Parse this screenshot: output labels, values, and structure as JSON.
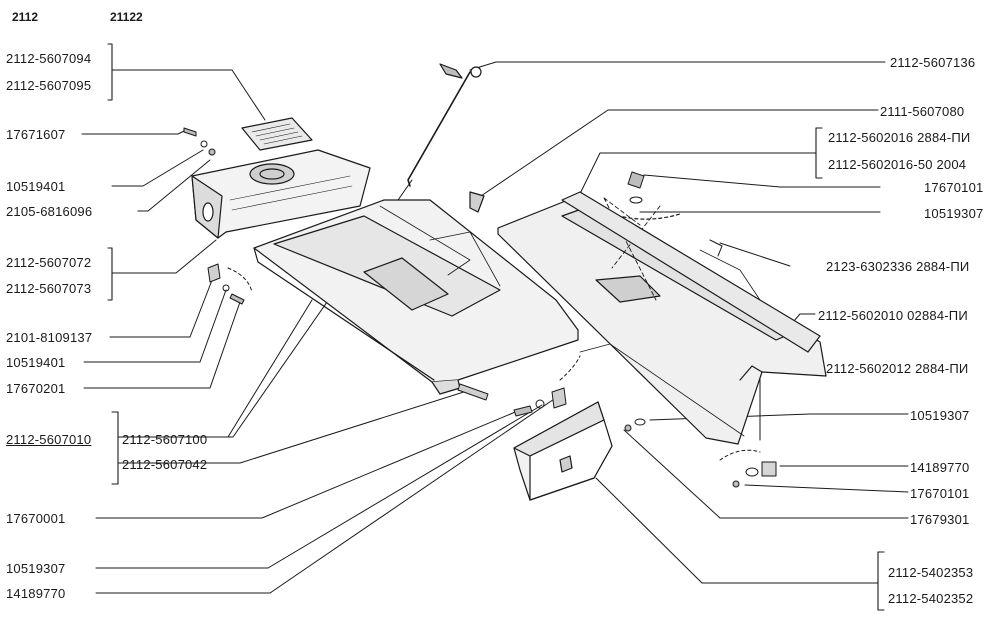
{
  "header": {
    "model_a": "2112",
    "model_b": "21122"
  },
  "labels_left": {
    "l1a": "2112-5607094",
    "l1b": "2112-5607095",
    "l2": "17671607",
    "l3": "10519401",
    "l4": "2105-6816096",
    "l5a": "2112-5607072",
    "l5b": "2112-5607073",
    "l6": "2101-8109137",
    "l7": "10519401",
    "l8": "17670201",
    "l9": "2112-5607010",
    "l10": "2112-5607100",
    "l11": "2112-5607042",
    "l12": "17670001",
    "l13": "10519307",
    "l14": "14189770"
  },
  "labels_right": {
    "r1": "2112-5607136",
    "r2": "2111-5607080",
    "r3": "2112-5602016 2884-ПИ",
    "r4": "2112-5602016-50 2004",
    "r5": "17670101",
    "r6": "10519307",
    "r7": "2123-6302336 2884-ПИ",
    "r8": "2112-5602010 02884-ПИ",
    "r9": "2112-5602012 2884-ПИ",
    "r10": "10519307",
    "r11": "14189770",
    "r12": "17670101",
    "r13": "17679301",
    "r14": "2112-5402353",
    "r15": "2112-5402352"
  }
}
